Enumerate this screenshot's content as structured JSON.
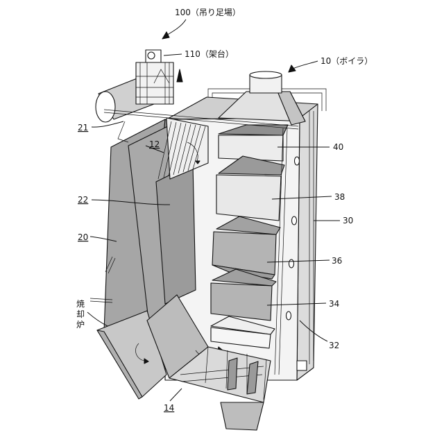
{
  "labels": {
    "hanging_scaffold": "100（吊り足場）",
    "frame": "110（架台）",
    "boiler": "10（ボイラ）",
    "l21": "21",
    "l12": "12",
    "l40": "40",
    "l22": "22",
    "l38": "38",
    "l30": "30",
    "l20": "20",
    "l36": "36",
    "l34": "34",
    "l32": "32",
    "l14": "14",
    "incinerator_1": "焼",
    "incinerator_2": "却",
    "incinerator_3": "炉"
  },
  "colors": {
    "line": "#111111",
    "panel_dark": "#8f8f8f",
    "panel_mid": "#b4b4b4",
    "panel_light": "#d6d6d6",
    "panel_pale": "#ececec",
    "background": "#ffffff"
  }
}
